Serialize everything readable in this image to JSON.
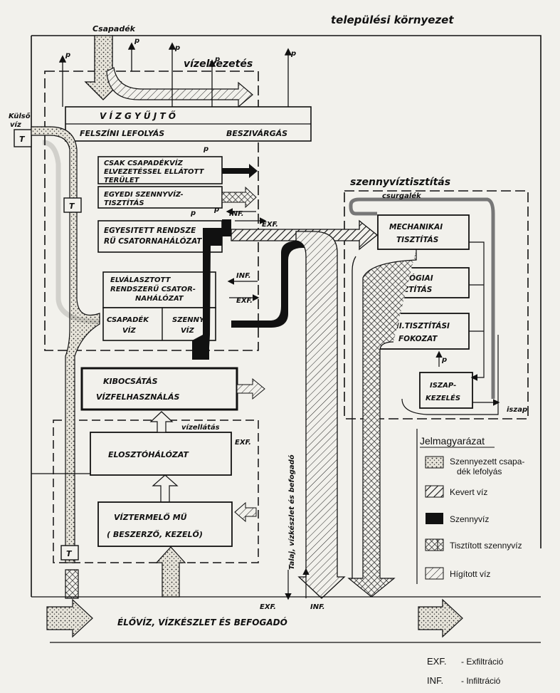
{
  "labels": {
    "precipitation": "Csapadék",
    "urban_environment": "települési környezet",
    "drainage": "vízelvezetés",
    "collector": "V Í Z G Y Ű J T Ő",
    "surface_runoff": "FELSZÍNI LEFOLYÁS",
    "infiltration_seepage": "BESZIVÁRGÁS",
    "outside_water": "Külső víz",
    "p": "p",
    "t": "T",
    "inf": "INF.",
    "exf": "EXF.",
    "rain_only_1": "CSAK CSAPADÉKVÍZ",
    "rain_only_2": "ELVEZETÉSSEL ELLÁTOTT",
    "rain_only_3": "TERÜLET",
    "individual_1": "EGYEDI SZENNYVÍZ-",
    "individual_2": "TISZTÍTÁS",
    "combined_1": "EGYESITETT RENDSZE",
    "combined_2": "RŰ CSATORNAHÁLÓZAT",
    "separate_1": "ELVÁLASZTOTT",
    "separate_2": "RENDSZERŰ CSATOR-",
    "separate_3": "NAHÁLÓZAT",
    "rain_water_1": "CSAPADÉK",
    "rain_water_2": "VÍZ",
    "sewage_water_1": "SZENNY",
    "sewage_water_2": "VÍZ",
    "discharge_1": "KIBOCSÁTÁS",
    "discharge_2": "VÍZFELHASZNÁLÁS",
    "water_supply": "vízellátás",
    "distribution": "ELOSZTÓHÁLÓZAT",
    "waterworks_1": "VÍZTERMELŐ MŰ",
    "waterworks_2": "( BESZERZŐ, KEZELŐ)",
    "groundwater": "Talaj, vízkészlet és befogadó",
    "wastewater_treatment": "szennyvíztisztítás",
    "leachate": "csurgalék",
    "mechanical_1": "MECHANIKAI",
    "mechanical_2": "TISZTÍTÁS",
    "biological_1": "BIOLÓGIAI",
    "biological_2": "TISZTÍTÁS",
    "tertiary_1": "III.TISZTÍTÁSI",
    "tertiary_2": "FOKOZAT",
    "sludge_1": "ISZAP-",
    "sludge_2": "KEZELÉS",
    "sludge": "iszap",
    "living_water": "ÉLŐVÍZ, VÍZKÉSZLET ÉS BEFOGADÓ"
  },
  "legend": {
    "title": "Jelmagyarázat",
    "items": [
      {
        "label": "Szennyezett csapa-",
        "label2": "dék lefolyás",
        "pattern": "dots"
      },
      {
        "label": "Kevert víz",
        "label2": "",
        "pattern": "hatch"
      },
      {
        "label": "Szennyvíz",
        "label2": "",
        "pattern": "solid"
      },
      {
        "label": "Tisztított szennyvíz",
        "label2": "",
        "pattern": "cross"
      },
      {
        "label": "Hígított víz",
        "label2": "",
        "pattern": "light-hatch"
      }
    ],
    "abbreviations": [
      {
        "code": "EXF.",
        "text": "- Exfiltráció"
      },
      {
        "code": "INF.",
        "text": "- Infiltráció"
      }
    ]
  }
}
